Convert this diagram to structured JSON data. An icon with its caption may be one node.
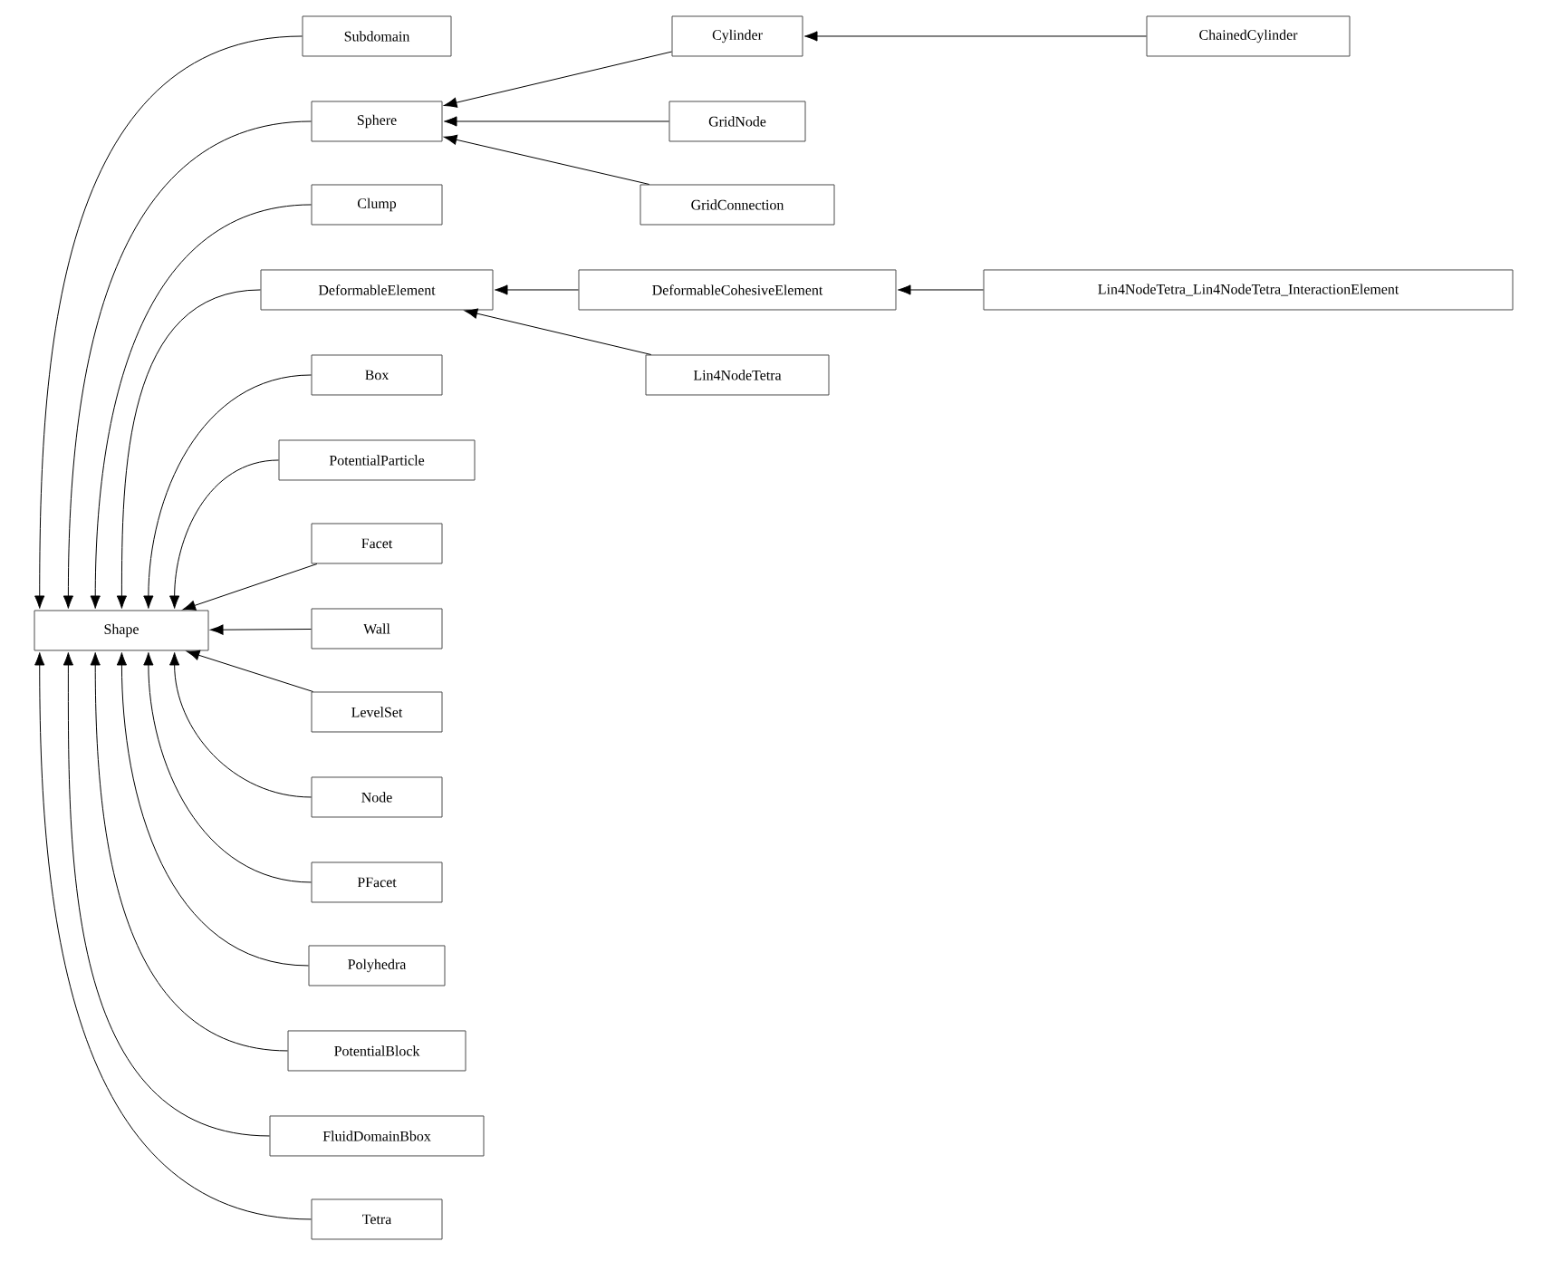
{
  "diagram": {
    "nodes": [
      {
        "text": [
          "Shape"
        ]
      },
      {
        "text": [
          "Subdomain"
        ]
      },
      {
        "text": [
          "Sphere"
        ]
      },
      {
        "text": [
          "Clump"
        ]
      },
      {
        "text": [
          "DeformableElement"
        ]
      },
      {
        "text": [
          "Box"
        ]
      },
      {
        "text": [
          "PotentialParticle"
        ]
      },
      {
        "text": [
          "Facet"
        ]
      },
      {
        "text": [
          "Wall"
        ]
      },
      {
        "text": [
          "LevelSet"
        ]
      },
      {
        "text": [
          "Node"
        ]
      },
      {
        "text": [
          "PFacet"
        ]
      },
      {
        "text": [
          "Polyhedra"
        ]
      },
      {
        "text": [
          "PotentialBlock"
        ]
      },
      {
        "text": [
          "FluidDomainBbox"
        ]
      },
      {
        "text": [
          "Tetra"
        ]
      },
      {
        "text": [
          "Cylinder"
        ]
      },
      {
        "text": [
          "GridNode"
        ]
      },
      {
        "text": [
          "GridConnection"
        ]
      },
      {
        "text": [
          "DeformableCohesiveElement"
        ]
      },
      {
        "text": [
          "Lin4NodeTetra"
        ]
      },
      {
        "text": [
          "ChainedCylinder"
        ]
      },
      {
        "text": [
          "Lin4NodeTetra_Lin4NodeTetra_InteractionElement"
        ]
      }
    ],
    "edges": [
      {
        "from": 1,
        "to": 0,
        "arrow": "to"
      },
      {
        "from": 2,
        "to": 0,
        "arrow": "to"
      },
      {
        "from": 3,
        "to": 0,
        "arrow": "to"
      },
      {
        "from": 4,
        "to": 0,
        "arrow": "to"
      },
      {
        "from": 5,
        "to": 0,
        "arrow": "to"
      },
      {
        "from": 6,
        "to": 0,
        "arrow": "to"
      },
      {
        "from": 7,
        "to": 0,
        "arrow": "to"
      },
      {
        "from": 8,
        "to": 0,
        "arrow": "to"
      },
      {
        "from": 9,
        "to": 0,
        "arrow": "to"
      },
      {
        "from": 10,
        "to": 0,
        "arrow": "to"
      },
      {
        "from": 11,
        "to": 0,
        "arrow": "to"
      },
      {
        "from": 12,
        "to": 0,
        "arrow": "to"
      },
      {
        "from": 13,
        "to": 0,
        "arrow": "to"
      },
      {
        "from": 14,
        "to": 0,
        "arrow": "to"
      },
      {
        "from": 15,
        "to": 0,
        "arrow": "to"
      },
      {
        "from": 16,
        "to": 2,
        "arrow": "to"
      },
      {
        "from": 17,
        "to": 2,
        "arrow": "to"
      },
      {
        "from": 18,
        "to": 2,
        "arrow": "to"
      },
      {
        "from": 19,
        "to": 4,
        "arrow": "to"
      },
      {
        "from": 20,
        "to": 4,
        "arrow": "to"
      },
      {
        "from": 21,
        "to": 16,
        "arrow": "to"
      },
      {
        "from": 22,
        "to": 19,
        "arrow": "to"
      }
    ]
  }
}
